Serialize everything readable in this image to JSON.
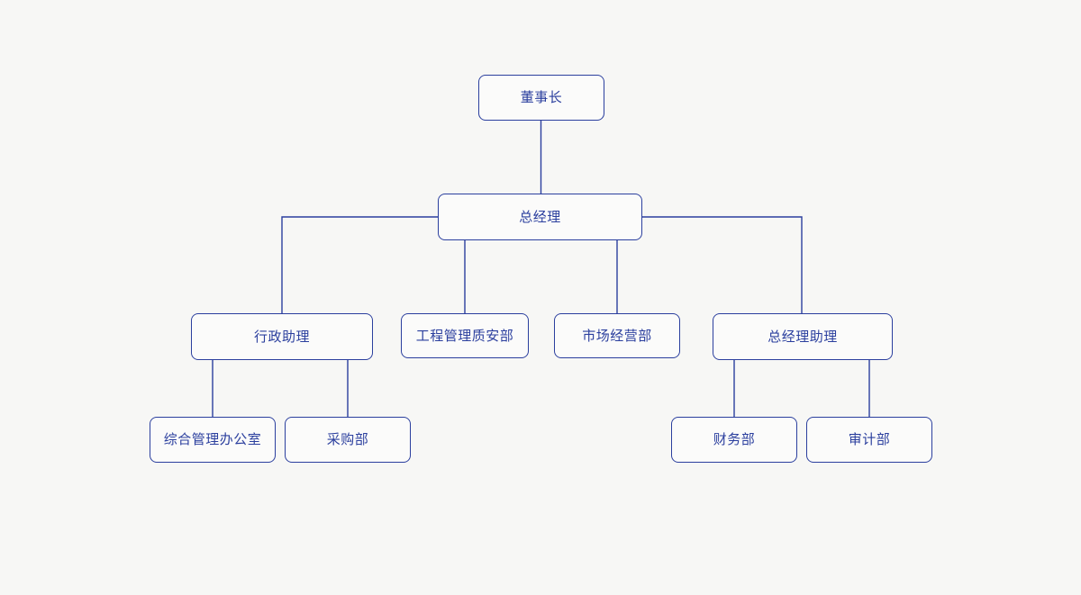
{
  "chart": {
    "type": "org-chart",
    "title": "",
    "background_color": "#f7f7f5",
    "node_fill_color": "#fbfbfa",
    "stroke_color": "#2b3f9e",
    "text_color": "#2b3f9e",
    "levels": 4
  },
  "nodes": {
    "chairman": {
      "label": "董事长",
      "level": 1
    },
    "general_manager": {
      "label": "总经理",
      "level": 2
    },
    "admin_assistant": {
      "label": "行政助理",
      "level": 3
    },
    "engineering_quality_safety": {
      "label": "工程管理质安部",
      "level": 3
    },
    "market_operations": {
      "label": "市场经营部",
      "level": 3
    },
    "gm_assistant": {
      "label": "总经理助理",
      "level": 3
    },
    "general_admin_office": {
      "label": "综合管理办公室",
      "level": 4
    },
    "procurement": {
      "label": "采购部",
      "level": 4
    },
    "finance": {
      "label": "财务部",
      "level": 4
    },
    "audit": {
      "label": "审计部",
      "level": 4
    }
  },
  "edges": [
    {
      "from": "chairman",
      "to": "general_manager"
    },
    {
      "from": "general_manager",
      "to": "admin_assistant"
    },
    {
      "from": "general_manager",
      "to": "engineering_quality_safety"
    },
    {
      "from": "general_manager",
      "to": "market_operations"
    },
    {
      "from": "general_manager",
      "to": "gm_assistant"
    },
    {
      "from": "admin_assistant",
      "to": "general_admin_office"
    },
    {
      "from": "admin_assistant",
      "to": "procurement"
    },
    {
      "from": "gm_assistant",
      "to": "finance"
    },
    {
      "from": "gm_assistant",
      "to": "audit"
    }
  ]
}
